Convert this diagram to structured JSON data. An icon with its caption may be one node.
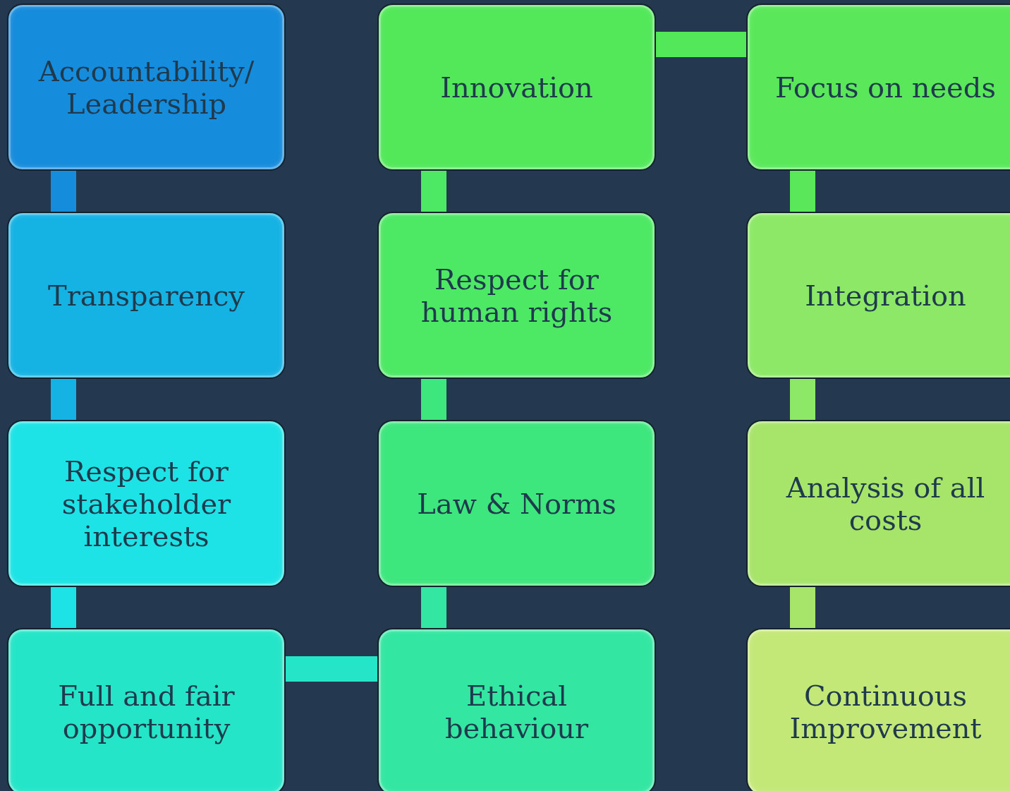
{
  "diagram": {
    "nodes": [
      {
        "text": [
          "Accountability/ Leadership"
        ]
      },
      {
        "text": [
          "Transparency"
        ]
      },
      {
        "text": [
          "Respect for stakeholder interests"
        ]
      },
      {
        "text": [
          "Full and fair opportunity"
        ]
      },
      {
        "text": [
          "Innovation"
        ]
      },
      {
        "text": [
          "Respect for human rights"
        ]
      },
      {
        "text": [
          "Law & Norms"
        ]
      },
      {
        "text": [
          "Ethical behaviour"
        ]
      },
      {
        "text": [
          "Focus on needs"
        ]
      },
      {
        "text": [
          "Integration"
        ]
      },
      {
        "text": [
          "Analysis of all costs"
        ]
      },
      {
        "text": [
          "Continuous Improvement"
        ]
      }
    ],
    "edges": [
      {
        "from": 0,
        "to": 1,
        "arrow": "none",
        "color": "#168cdc"
      },
      {
        "from": 1,
        "to": 2,
        "arrow": "none",
        "color": "#15b2e4"
      },
      {
        "from": 2,
        "to": 3,
        "arrow": "none",
        "color": "#1de3e6"
      },
      {
        "from": 3,
        "to": 7,
        "arrow": "none",
        "color": "#25e5c8"
      },
      {
        "from": 7,
        "to": 6,
        "arrow": "none",
        "color": "#33e6a2"
      },
      {
        "from": 6,
        "to": 5,
        "arrow": "none",
        "color": "#3ee67e"
      },
      {
        "from": 5,
        "to": 4,
        "arrow": "none",
        "color": "#4de864"
      },
      {
        "from": 4,
        "to": 8,
        "arrow": "none",
        "color": "#52e85a"
      },
      {
        "from": 8,
        "to": 9,
        "arrow": "none",
        "color": "#5ae85a"
      },
      {
        "from": 9,
        "to": 10,
        "arrow": "none",
        "color": "#8ce866"
      },
      {
        "from": 10,
        "to": 11,
        "arrow": "none",
        "color": "#a6e46a"
      }
    ]
  }
}
